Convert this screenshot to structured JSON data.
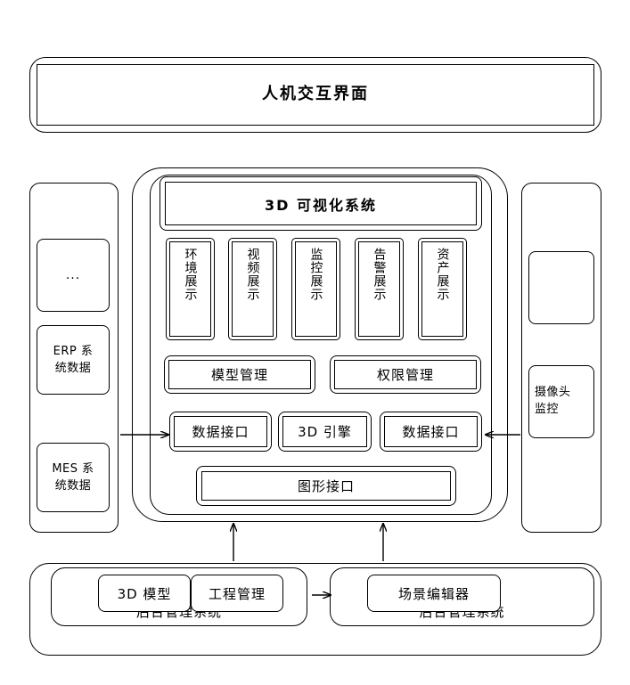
{
  "diagram": {
    "title_box": {
      "label": "人机交互界面"
    },
    "left_column": {
      "items": [
        {
          "label": "..."
        },
        {
          "label": "ERP 系\n统数据"
        },
        {
          "label": "MES 系\n统数据"
        }
      ]
    },
    "right_column": {
      "items": [
        {
          "label": ""
        },
        {
          "label": "摄像头\n监控"
        }
      ]
    },
    "main_panel": {
      "header": "3D 可视化系统",
      "display_modules": [
        {
          "label": "环境展示"
        },
        {
          "label": "视频展示"
        },
        {
          "label": "监控展示"
        },
        {
          "label": "告警展示"
        },
        {
          "label": "资产展示"
        }
      ],
      "management": [
        {
          "label": "模型管理"
        },
        {
          "label": "权限管理"
        }
      ],
      "interfaces": [
        {
          "label": "数据接口"
        },
        {
          "label": "3D 引擎"
        },
        {
          "label": "数据接口"
        }
      ],
      "graphics_interface": {
        "label": "图形接口"
      }
    },
    "bottom": {
      "left_panel": {
        "boxes": [
          {
            "label": "3D  模型"
          },
          {
            "label": "工程管理"
          }
        ],
        "caption": "后台管理系统"
      },
      "right_panel": {
        "boxes": [
          {
            "label": "场景编辑器"
          }
        ],
        "caption": "后台管理系统"
      }
    }
  },
  "colors": {
    "stroke": "#000000",
    "background": "#ffffff"
  }
}
